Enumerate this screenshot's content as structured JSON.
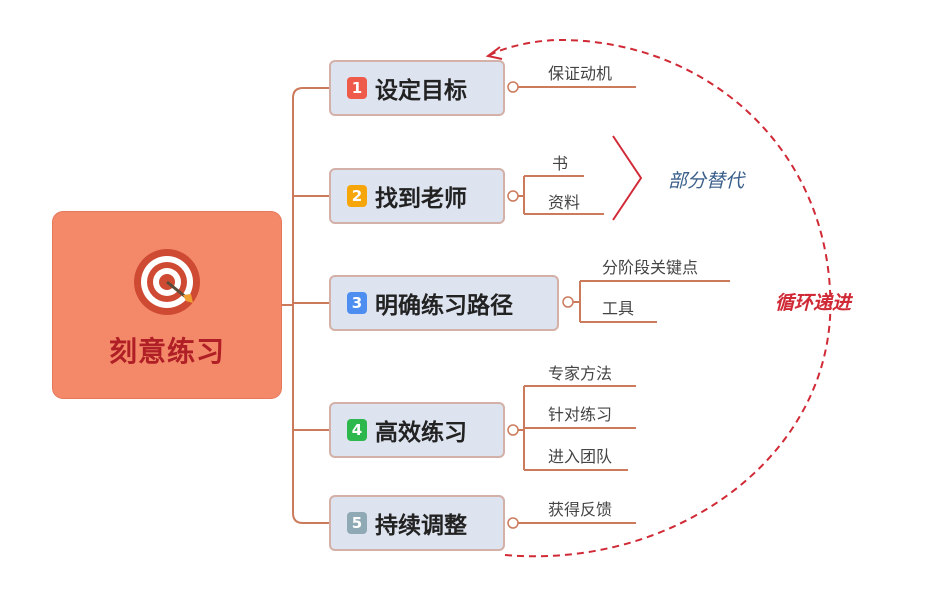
{
  "root": {
    "title": "刻意练习",
    "icon": "target-with-arrow-icon"
  },
  "branches": [
    {
      "number": "1",
      "label": "设定目标",
      "badge_color": "#ee5b4b",
      "leaves": [
        "保证动机"
      ]
    },
    {
      "number": "2",
      "label": "找到老师",
      "badge_color": "#f6a609",
      "leaves": [
        "书",
        "资料"
      ]
    },
    {
      "number": "3",
      "label": "明确练习路径",
      "badge_color": "#4e8ef1",
      "leaves": [
        "分阶段关键点",
        "工具"
      ]
    },
    {
      "number": "4",
      "label": "高效练习",
      "badge_color": "#2db84d",
      "leaves": [
        "专家方法",
        "针对练习",
        "进入团队"
      ]
    },
    {
      "number": "5",
      "label": "持续调整",
      "badge_color": "#8fa9b5",
      "leaves": [
        "获得反馈"
      ]
    }
  ],
  "annotations": {
    "partial_replace": "部分替代",
    "cycle": "循环递进"
  },
  "colors": {
    "connector": "#cc7a5c",
    "cycle_arrow": "#d02a36",
    "partial_text": "#3a5f8a",
    "cycle_text": "#d02a36"
  }
}
